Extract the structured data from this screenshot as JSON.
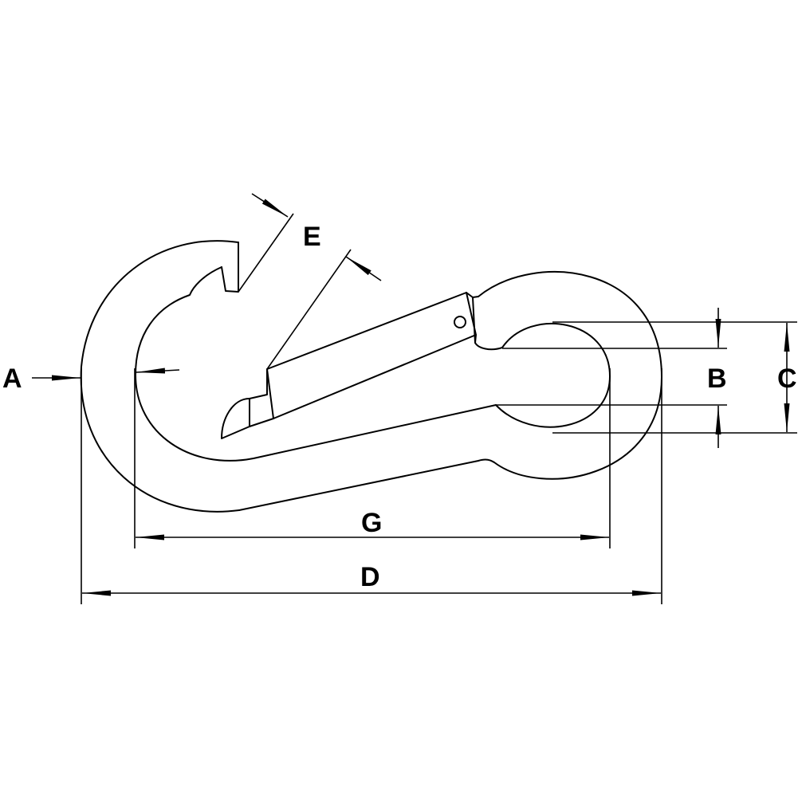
{
  "labels": {
    "a": "A",
    "b": "B",
    "c": "C",
    "d": "D",
    "e": "E",
    "g": "G"
  },
  "colors": {
    "stroke": "#000000",
    "background": "#ffffff"
  }
}
